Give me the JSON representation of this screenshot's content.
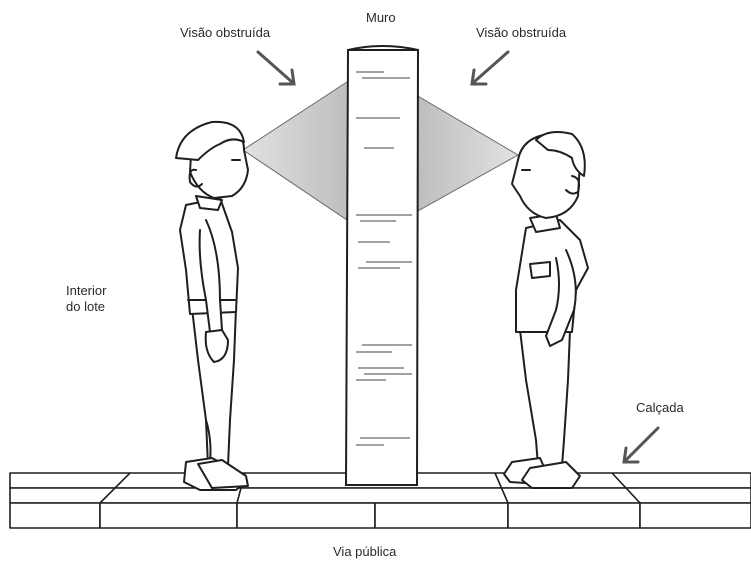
{
  "labels": {
    "wall": "Muro",
    "obstructed_left": "Visão obstruída",
    "obstructed_right": "Visão obstruída",
    "interior_line1": "Interior",
    "interior_line2": "do lote",
    "sidewalk": "Calçada",
    "street": "Via pública"
  },
  "colors": {
    "ink": "#1f1f1f",
    "sight_cone": "#c9c9c9",
    "background": "#ffffff"
  },
  "icons": [
    "arrow-down-right-icon",
    "arrow-down-left-icon",
    "arrow-down-left-icon"
  ]
}
